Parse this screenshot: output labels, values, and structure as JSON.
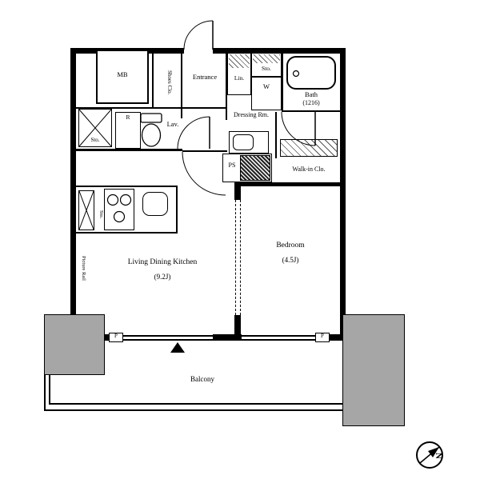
{
  "plan": {
    "mb": "MB",
    "shoes_closet": "Shoes Clo.",
    "entrance": "Entrance",
    "linen": "Lin.",
    "storage_top": "Sto.",
    "washer": "W",
    "bath": "Bath",
    "bath_size": "(1216)",
    "dressing_room": "Dressing Rm.",
    "lavatory": "Lav.",
    "refrigerator": "R",
    "storage_hall": "Sto.",
    "pipe_space": "PS",
    "walk_in_closet": "Walk-in Clo.",
    "ldk": "Living Dining Kitchen",
    "ldk_size": "(9.2J)",
    "bedroom": "Bedroom",
    "bedroom_size": "(4.5J)",
    "storage_kitchen": "Sto.",
    "picture_rail": "Picture Rail",
    "balcony": "Balcony",
    "pillar_left": "P",
    "pillar_right": "P",
    "compass_north": "N"
  },
  "colors": {
    "wall": "#000000",
    "pillar": "#a6a6a6",
    "background": "#ffffff"
  }
}
